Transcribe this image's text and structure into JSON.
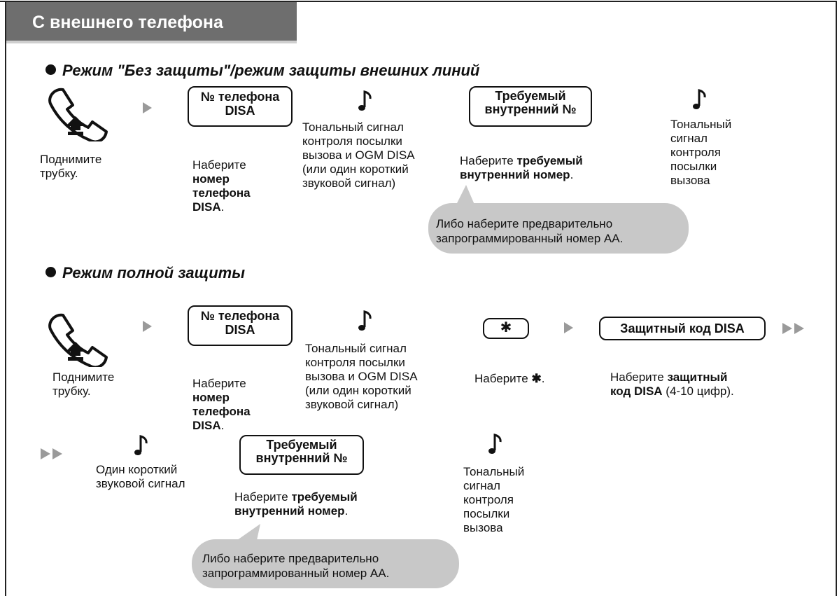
{
  "header": {
    "title": "С внешнего телефона"
  },
  "section1": {
    "heading": "Режим \"Без защиты\"/режим защиты внешних линий",
    "lift": "Поднимите трубку.",
    "lift_l1": "Поднимите",
    "lift_l2": "трубку.",
    "disa_key_l1": "№ телефона",
    "disa_key_l2": "DISA",
    "dial_disa_l1": "Наберите",
    "dial_disa_l2": "номер",
    "dial_disa_l3": "телефона",
    "dial_disa_l4": "DISA",
    "dial_disa_end": ".",
    "tone1_l1": "Тональный сигнал",
    "tone1_l2": "контроля посылки",
    "tone1_l3": "вызова и OGM DISA",
    "tone1_l4": "(или один короткий",
    "tone1_l5": "звуковой сигнал)",
    "ext_key_l1": "Требуемый",
    "ext_key_l2": "внутренний №",
    "dial_ext_pre": "Наберите ",
    "dial_ext_b1": "требуемый",
    "dial_ext_b2": "внутренний номер",
    "dial_ext_end": ".",
    "tone2_l1": "Тональный",
    "tone2_l2": "сигнал",
    "tone2_l3": "контроля",
    "tone2_l4": "посылки",
    "tone2_l5": "вызова",
    "bubble_l1": "Либо наберите предварительно",
    "bubble_l2": "запрограммированный номер AA."
  },
  "section2": {
    "heading": "Режим полной защиты",
    "lift_l1": "Поднимите",
    "lift_l2": "трубку.",
    "disa_key_l1": "№ телефона",
    "disa_key_l2": "DISA",
    "dial_disa_l1": "Наберите",
    "dial_disa_l2": "номер",
    "dial_disa_l3": "телефона",
    "dial_disa_l4": "DISA",
    "dial_disa_end": ".",
    "tone1_l1": "Тональный сигнал",
    "tone1_l2": "контроля посылки",
    "tone1_l3": "вызова и OGM DISA",
    "tone1_l4": "(или один короткий",
    "tone1_l5": "звуковой сигнал)",
    "star_key": "✱",
    "dial_star_pre": "Наберите ",
    "dial_star_sym": "✱",
    "dial_star_end": ".",
    "code_key": "Защитный код DISA",
    "dial_code_pre": "Наберите ",
    "dial_code_b1": "защитный",
    "dial_code_b2": "код DISA",
    "dial_code_end": " (4-10 цифр).",
    "short_tone_l1": "Один короткий",
    "short_tone_l2": "звуковой сигнал",
    "ext_key_l1": "Требуемый",
    "ext_key_l2": "внутренний №",
    "dial_ext_pre": "Наберите ",
    "dial_ext_b1": "требуемый",
    "dial_ext_b2": "внутренний номер",
    "dial_ext_end": ".",
    "tone2_l1": "Тональный",
    "tone2_l2": "сигнал",
    "tone2_l3": "контроля",
    "tone2_l4": "посылки",
    "tone2_l5": "вызова",
    "bubble_l1": "Либо наберите предварительно",
    "bubble_l2": "запрограммированный номер AA."
  },
  "icons": {
    "handset": "handset-off-hook-icon",
    "tone": "musical-note-tone-icon",
    "arrow": "triangle-right-arrow-icon",
    "double_arrow": "double-triangle-arrow-icon"
  },
  "colors": {
    "tab": "#6e6e6e",
    "bubble": "#c8c8c8",
    "arrow": "#9a9a9a"
  }
}
